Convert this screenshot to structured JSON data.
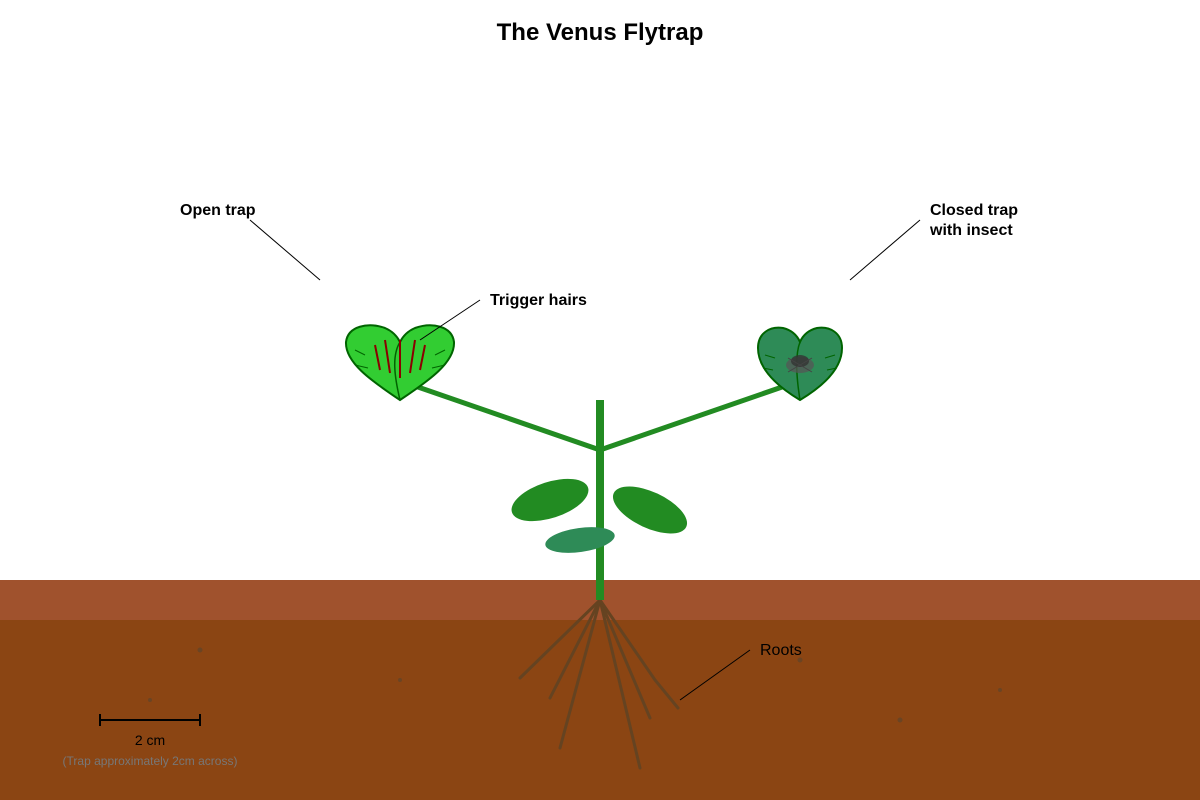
{
  "title": "The Venus Flytrap",
  "labels": {
    "open_trap": "Open trap",
    "trigger_hairs": "Trigger hairs",
    "closed_trap_line1": "Closed trap",
    "closed_trap_line2": "with insect",
    "roots": "Roots"
  },
  "scale_bar": {
    "length": "2 cm",
    "note": "(Trap approximately 2cm across)"
  },
  "colors": {
    "background": "#ffffff",
    "soil_top": "#a0522d",
    "soil": "#8b4513",
    "stem": "#228b22",
    "open_trap": "#32cd32",
    "closed_trap": "#2e8b57",
    "trap_outline": "#006400",
    "trigger_hair": "#8b0000",
    "root": "#654321"
  }
}
